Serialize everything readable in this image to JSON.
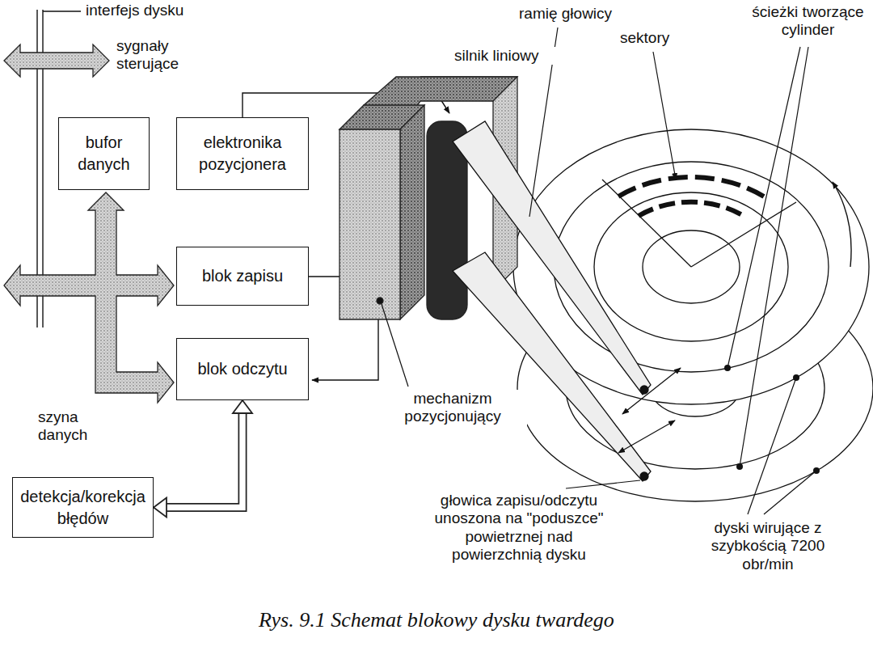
{
  "diagram": {
    "caption": "Rys. 9.1 Schemat blokowy dysku twardego",
    "nodes": [
      {
        "text": [
          "bufor danych"
        ]
      },
      {
        "text": [
          "elektronika pozycjonera"
        ]
      },
      {
        "text": [
          "blok zapisu"
        ]
      },
      {
        "text": [
          "blok odczytu"
        ]
      },
      {
        "text": [
          "detekcja/korekcja błędów"
        ]
      }
    ],
    "edges": [
      {
        "from": 4,
        "to": 3,
        "arrow": "both"
      }
    ],
    "labels": [
      "interfejs dysku",
      "sygnały sterujące",
      "szyna danych",
      "silnik liniowy",
      "ramię głowicy",
      "sektory",
      "ścieżki tworzące cylinder",
      "mechanizm pozycjonujący",
      "głowica zapisu/odczytu unoszona na \"poduszce\" powietrznej nad powierzchnią dysku",
      "dyski wirujące z szybkością 7200 obr/min"
    ]
  }
}
